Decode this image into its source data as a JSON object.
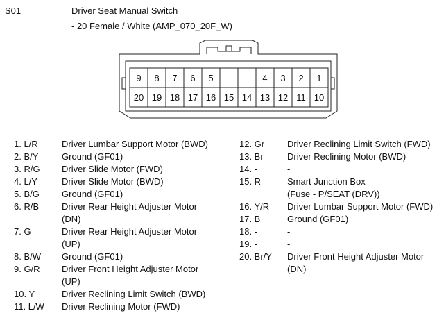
{
  "connector": {
    "code": "S01",
    "title": "Driver Seat Manual Switch",
    "subtitle": "- 20 Female / White (AMP_070_20F_W)",
    "top_row": [
      "9",
      "8",
      "7",
      "6",
      "5",
      "",
      "",
      "4",
      "3",
      "2",
      "1"
    ],
    "bottom_row": [
      "20",
      "19",
      "18",
      "17",
      "16",
      "15",
      "14",
      "13",
      "12",
      "11",
      "10"
    ]
  },
  "pins_left": [
    {
      "num": "1. L/R",
      "desc": [
        "Driver Lumbar Support Motor (BWD)"
      ]
    },
    {
      "num": "2. B/Y",
      "desc": [
        "Ground (GF01)"
      ]
    },
    {
      "num": "3. R/G",
      "desc": [
        "Driver Slide Motor (FWD)"
      ]
    },
    {
      "num": "4. L/Y",
      "desc": [
        "Driver Slide Motor (BWD)"
      ]
    },
    {
      "num": "5. B/G",
      "desc": [
        "Ground (GF01)"
      ]
    },
    {
      "num": "6. R/B",
      "desc": [
        "Driver Rear Height Adjuster Motor",
        "(DN)"
      ]
    },
    {
      "num": "7. G",
      "desc": [
        "Driver Rear Height Adjuster Motor",
        "(UP)"
      ]
    },
    {
      "num": "8. B/W",
      "desc": [
        "Ground (GF01)"
      ]
    },
    {
      "num": "9. G/R",
      "desc": [
        "Driver Front Height Adjuster Motor",
        "(UP)"
      ]
    },
    {
      "num": "10. Y",
      "desc": [
        "Driver Reclining Limit Switch (BWD)"
      ]
    },
    {
      "num": "11. L/W",
      "desc": [
        "Driver Reclining Motor (FWD)"
      ]
    }
  ],
  "pins_right": [
    {
      "num": "12. Gr",
      "desc": [
        "Driver Reclining Limit Switch (FWD)"
      ]
    },
    {
      "num": "13. Br",
      "desc": [
        "Driver Reclining Motor (BWD)"
      ]
    },
    {
      "num": "14. -",
      "desc": [
        "-"
      ]
    },
    {
      "num": "15. R",
      "desc": [
        "Smart Junction Box",
        "(Fuse - P/SEAT (DRV))"
      ]
    },
    {
      "num": "16. Y/R",
      "desc": [
        "Driver Lumbar Support Motor (FWD)"
      ]
    },
    {
      "num": "17. B",
      "desc": [
        "Ground (GF01)"
      ]
    },
    {
      "num": "18. -",
      "desc": [
        "-"
      ]
    },
    {
      "num": "19. -",
      "desc": [
        "-"
      ]
    },
    {
      "num": "20. Br/Y",
      "desc": [
        "Driver Front Height Adjuster Motor",
        "(DN)"
      ]
    }
  ]
}
